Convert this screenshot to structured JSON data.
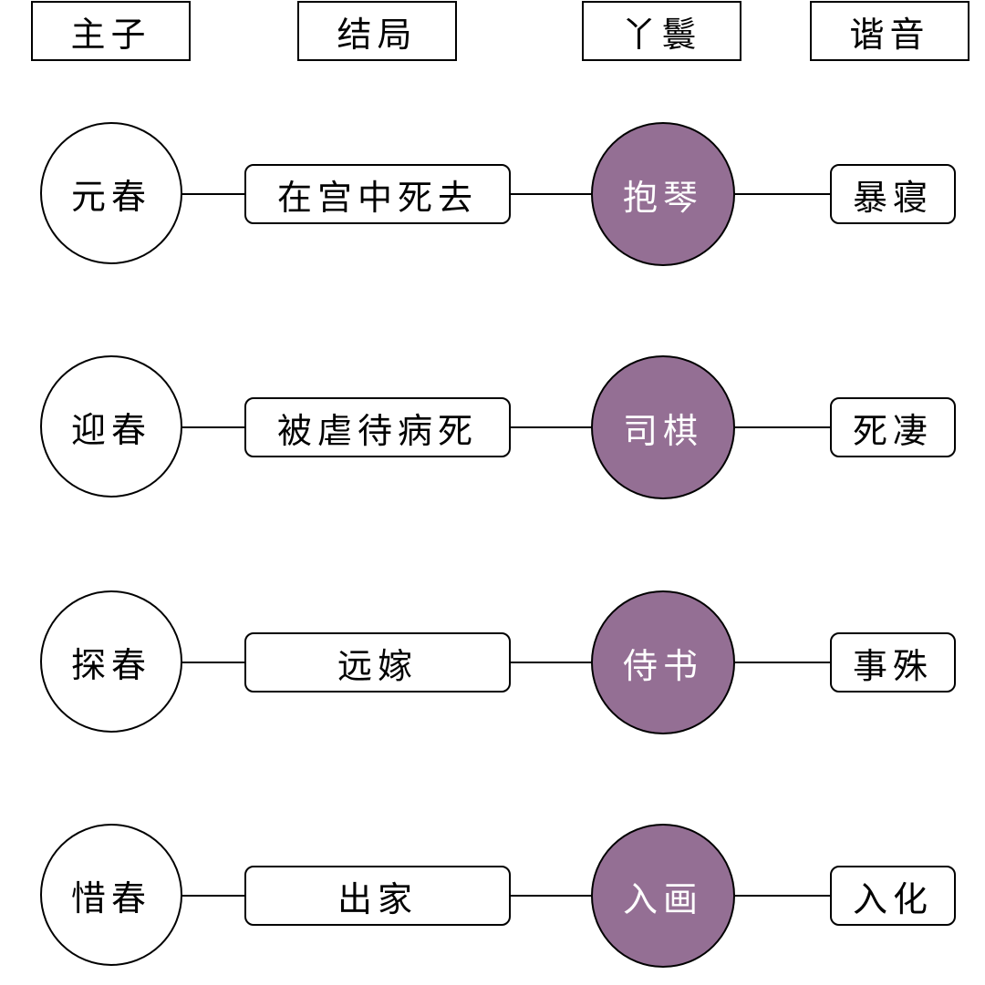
{
  "headers": [
    "主子",
    "结局",
    "丫鬟",
    "谐音"
  ],
  "colors": {
    "maid_fill": "#946f94",
    "stroke": "#000000",
    "background": "#ffffff"
  },
  "rows": [
    {
      "master": "元春",
      "fate": "在宫中死去",
      "maid": "抱琴",
      "pun": "暴寝"
    },
    {
      "master": "迎春",
      "fate": "被虐待病死",
      "maid": "司棋",
      "pun": "死凄"
    },
    {
      "master": "探春",
      "fate": "远嫁",
      "maid": "侍书",
      "pun": "事殊"
    },
    {
      "master": "惜春",
      "fate": "出家",
      "maid": "入画",
      "pun": "入化"
    }
  ]
}
